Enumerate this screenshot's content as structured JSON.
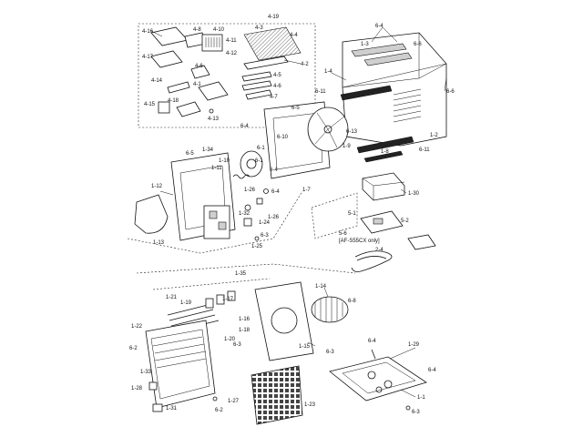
{
  "colors": {
    "ink": "#111111",
    "paper": "#ffffff",
    "shade": "#cfcfcf"
  },
  "labels": {
    "top_group": [
      "4-19",
      "4-16",
      "4-8",
      "4-10",
      "4-11",
      "4-12",
      "4-3",
      "4-4",
      "4-17",
      "4-2",
      "4-6",
      "4-5",
      "4-14",
      "4-1",
      "4-6",
      "4-7",
      "4-15",
      "4-18",
      "4-13"
    ],
    "cabinet": [
      "6-4",
      "6-6",
      "1-3",
      "1-4",
      "6-6",
      "6-11",
      "6-13",
      "1-9",
      "1-8",
      "1-2",
      "6-11",
      "6-5"
    ],
    "fan_motor": [
      "6-4",
      "6-10",
      "6-1",
      "1-10",
      "1-11",
      "6-1",
      "6-4",
      "1-7",
      "6-5",
      "1-34",
      "1-12",
      "1-26",
      "6-4",
      "1-26",
      "1-32",
      "1-24",
      "6-3",
      "1-25",
      "1-13"
    ],
    "electrical": [
      "1-30",
      "5-1",
      "5-2",
      "5-6",
      "2-4"
    ],
    "model_note": "[AF-S55CX only]",
    "front": [
      "1-35",
      "1-14",
      "6-8",
      "1-21",
      "1-19",
      "1-17",
      "1-16",
      "1-18",
      "1-20",
      "1-22",
      "6-2",
      "6-3",
      "1-15",
      "1-33",
      "1-28",
      "1-31",
      "1-27",
      "6-2",
      "1-23"
    ],
    "base": [
      "6-3",
      "6-4",
      "1-29",
      "6-4",
      "1-1",
      "6-3"
    ]
  }
}
